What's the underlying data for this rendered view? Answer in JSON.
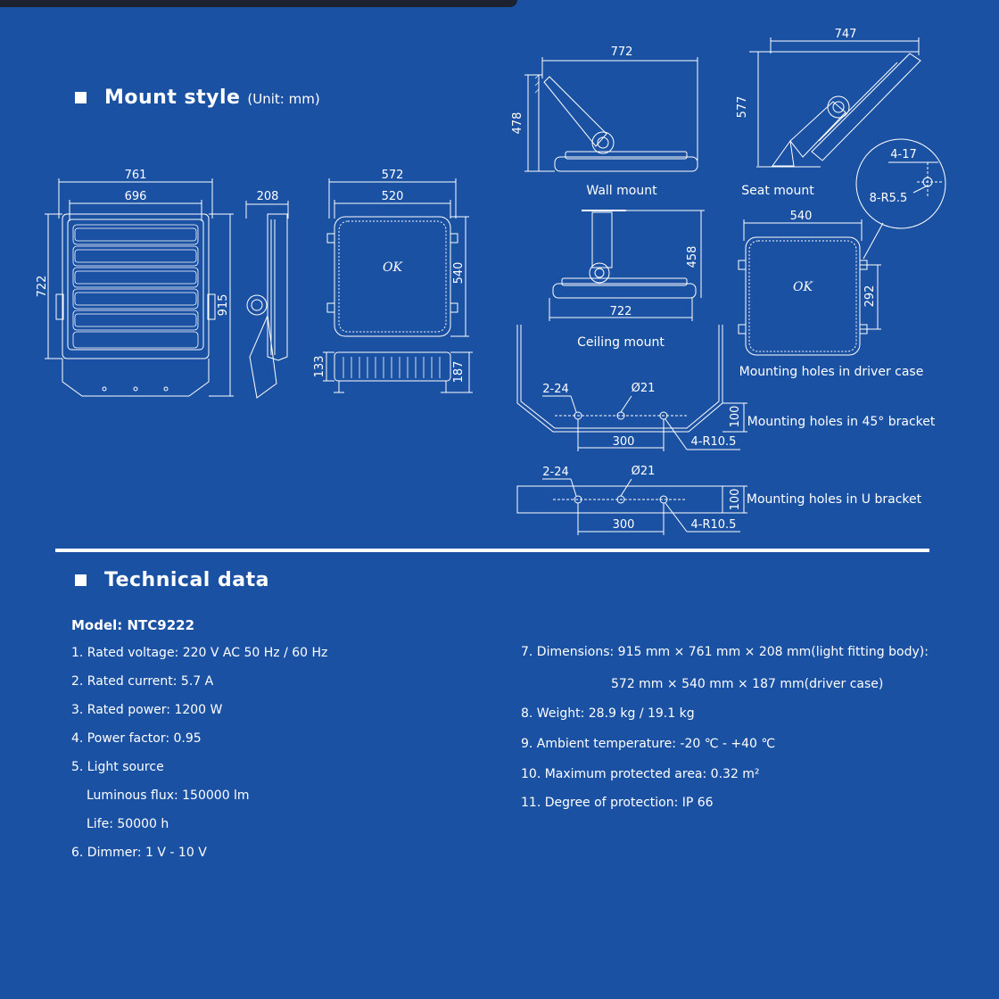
{
  "mount_style": {
    "title": "Mount style",
    "unit": "(Unit: mm)"
  },
  "technical": {
    "title": "Technical data",
    "model": "Model: NTC9222"
  },
  "specs_left": [
    "1. Rated voltage: 220 V AC 50 Hz / 60 Hz",
    "2. Rated current: 5.7 A",
    "3. Rated power: 1200 W",
    "4. Power factor: 0.95",
    "5. Light source",
    "Luminous flux: 150000 lm",
    "Life: 50000 h",
    "6. Dimmer: 1 V - 10 V"
  ],
  "specs_right": [
    "7. Dimensions: 915 mm × 761 mm × 208 mm(light fitting body):",
    "572 mm × 540 mm × 187 mm(driver case)",
    "8. Weight: 28.9 kg / 19.1 kg",
    "9. Ambient temperature: -20 ℃ - +40 ℃",
    "10. Maximum protected area: 0.32 m²",
    "11. Degree of protection: IP 66"
  ],
  "drawing": {
    "front": {
      "w_outer": "761",
      "w_inner": "696",
      "h_left": "722",
      "h_right": "915"
    },
    "side": {
      "depth": "208"
    },
    "driver_top": {
      "w_outer": "572",
      "w_inner": "520",
      "h": "540"
    },
    "driver_side": {
      "h_left": "133",
      "h_right": "187"
    },
    "wall": {
      "w": "772",
      "h": "478",
      "caption": "Wall mount"
    },
    "seat": {
      "w": "747",
      "h": "577",
      "caption": "Seat mount"
    },
    "ceiling": {
      "w": "722",
      "h": "458",
      "caption": "Ceiling mount"
    },
    "driver_holes": {
      "w": "540",
      "h": "292",
      "detail_a": "4-17",
      "detail_b": "8-R5.5",
      "caption": "Mounting holes in driver case"
    },
    "bracket45": {
      "slot": "2-24",
      "hole": "Ø21",
      "spacing": "300",
      "radius": "4-R10.5",
      "h": "100",
      "caption": "Mounting holes in 45° bracket"
    },
    "bracketU": {
      "slot": "2-24",
      "hole": "Ø21",
      "spacing": "300",
      "radius": "4-R10.5",
      "h": "100",
      "caption": "Mounting holes in U bracket"
    },
    "logo_text": "OK"
  }
}
